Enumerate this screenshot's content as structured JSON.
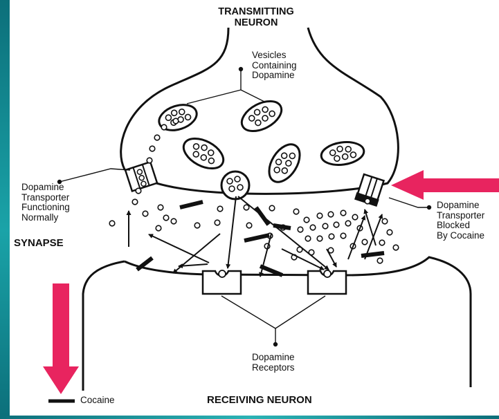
{
  "labels": {
    "transmitting_neuron": "TRANSMITTING\nNEURON",
    "vesicles": "Vesicles\nContaining\nDopamine",
    "transporter_normal": "Dopamine\nTransporter\nFunctioning\nNormally",
    "synapse": "SYNAPSE",
    "transporter_blocked": "Dopamine\nTransporter\nBlocked\nBy Cocaine",
    "receptors": "Dopamine\nReceptors",
    "receiving_neuron": "RECEIVING NEURON",
    "cocaine": "Cocaine"
  },
  "colors": {
    "arrow": "#e8245f",
    "ink": "#111111",
    "frame": "#1a8f96"
  }
}
